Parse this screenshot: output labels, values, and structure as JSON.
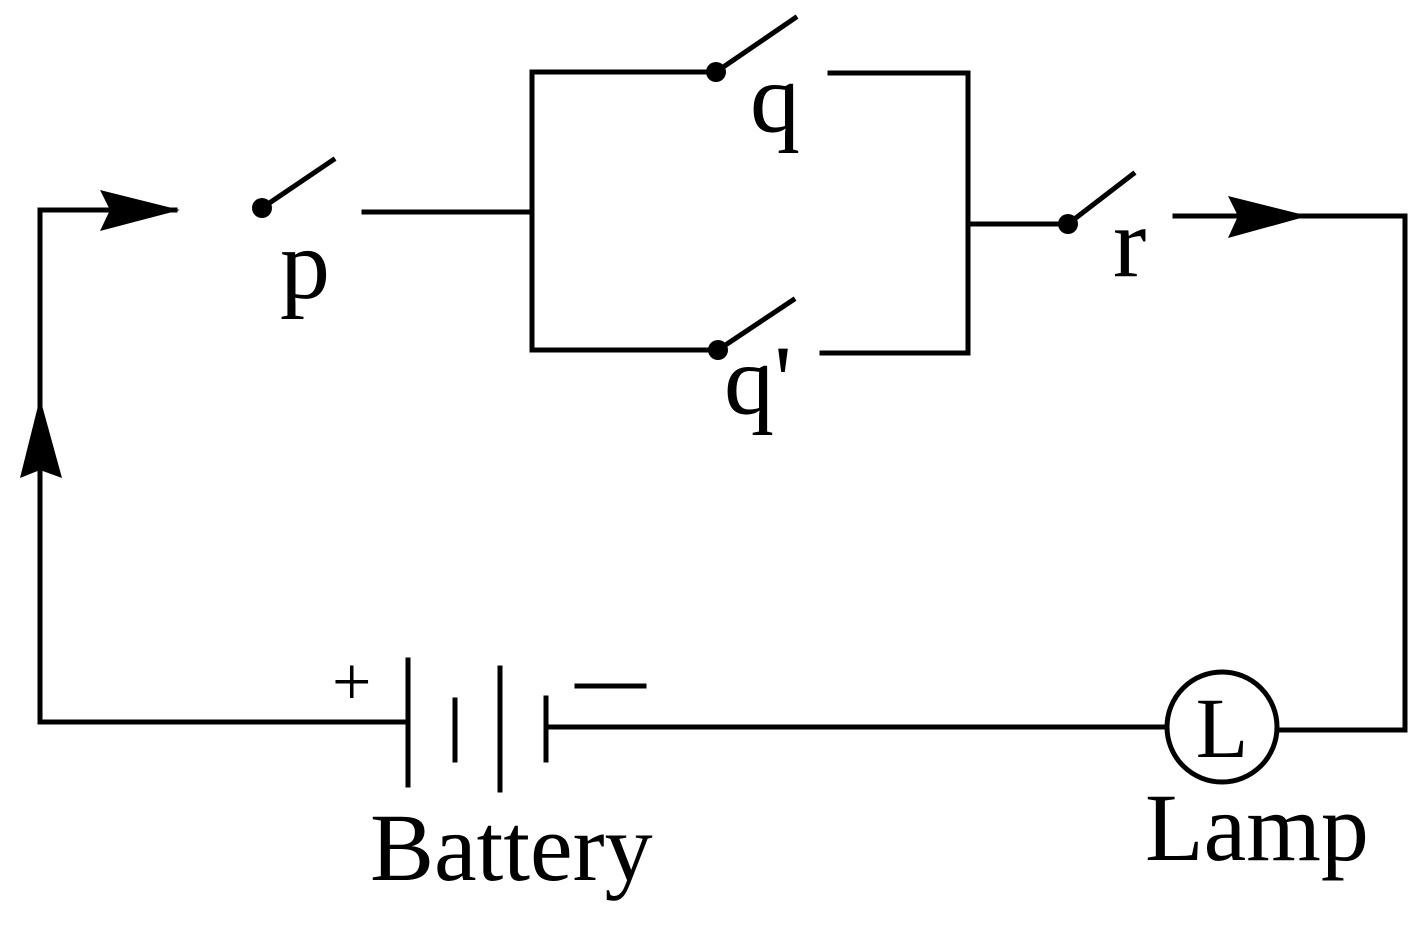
{
  "title": "Switching circuit",
  "labels": {
    "p": "p",
    "q": "q",
    "q_prime": "q'",
    "r": "r",
    "battery": "Battery",
    "lamp": "Lamp",
    "lamp_symbol": "L",
    "plus": "+"
  },
  "colors": {
    "stroke": "#000000",
    "background": "#ffffff"
  }
}
